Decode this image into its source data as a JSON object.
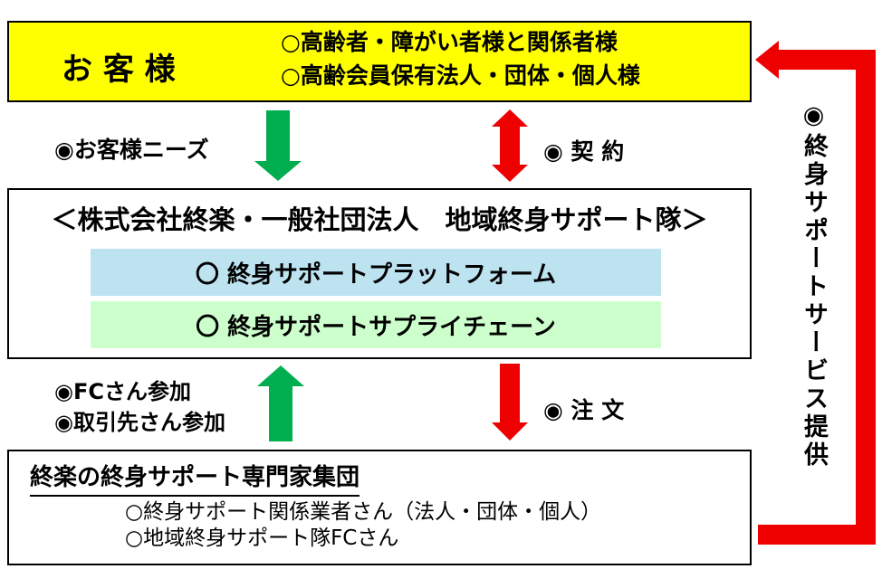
{
  "colors": {
    "customer_box_bg": "#FFFF00",
    "platform_bar_bg": "#BDE3F1",
    "supply_chain_bar_bg": "#CCFFCC",
    "green_arrow": "#00AE50",
    "red_arrow": "#EE0000",
    "border": "#000000"
  },
  "customer_box": {
    "title": "お 客 様",
    "lines": [
      "○高齢者・障がい者様と関係者様",
      "○高齢会員保有法人・団体・個人様"
    ]
  },
  "flow_top": {
    "needs_label": "◉お客様ニーズ",
    "contract_label": "◉ 契 約"
  },
  "company_box": {
    "title": "＜株式会社終楽・一般社団法人　地域終身サポート隊＞",
    "platform_label": "〇 終身サポートプラットフォーム",
    "supply_chain_label": "〇 終身サポートサプライチェーン"
  },
  "flow_bottom": {
    "fc_label": "◉FCさん参加",
    "supplier_label": "◉取引先さん参加",
    "order_label": "◉ 注 文"
  },
  "experts_box": {
    "title": "終楽の終身サポート専門家集団",
    "lines": [
      "○終身サポート関係業者さん（法人・団体・個人）",
      "○地域終身サポート隊FCさん"
    ]
  },
  "service_arrow": {
    "label": "◉終身サポートサービス提供"
  }
}
